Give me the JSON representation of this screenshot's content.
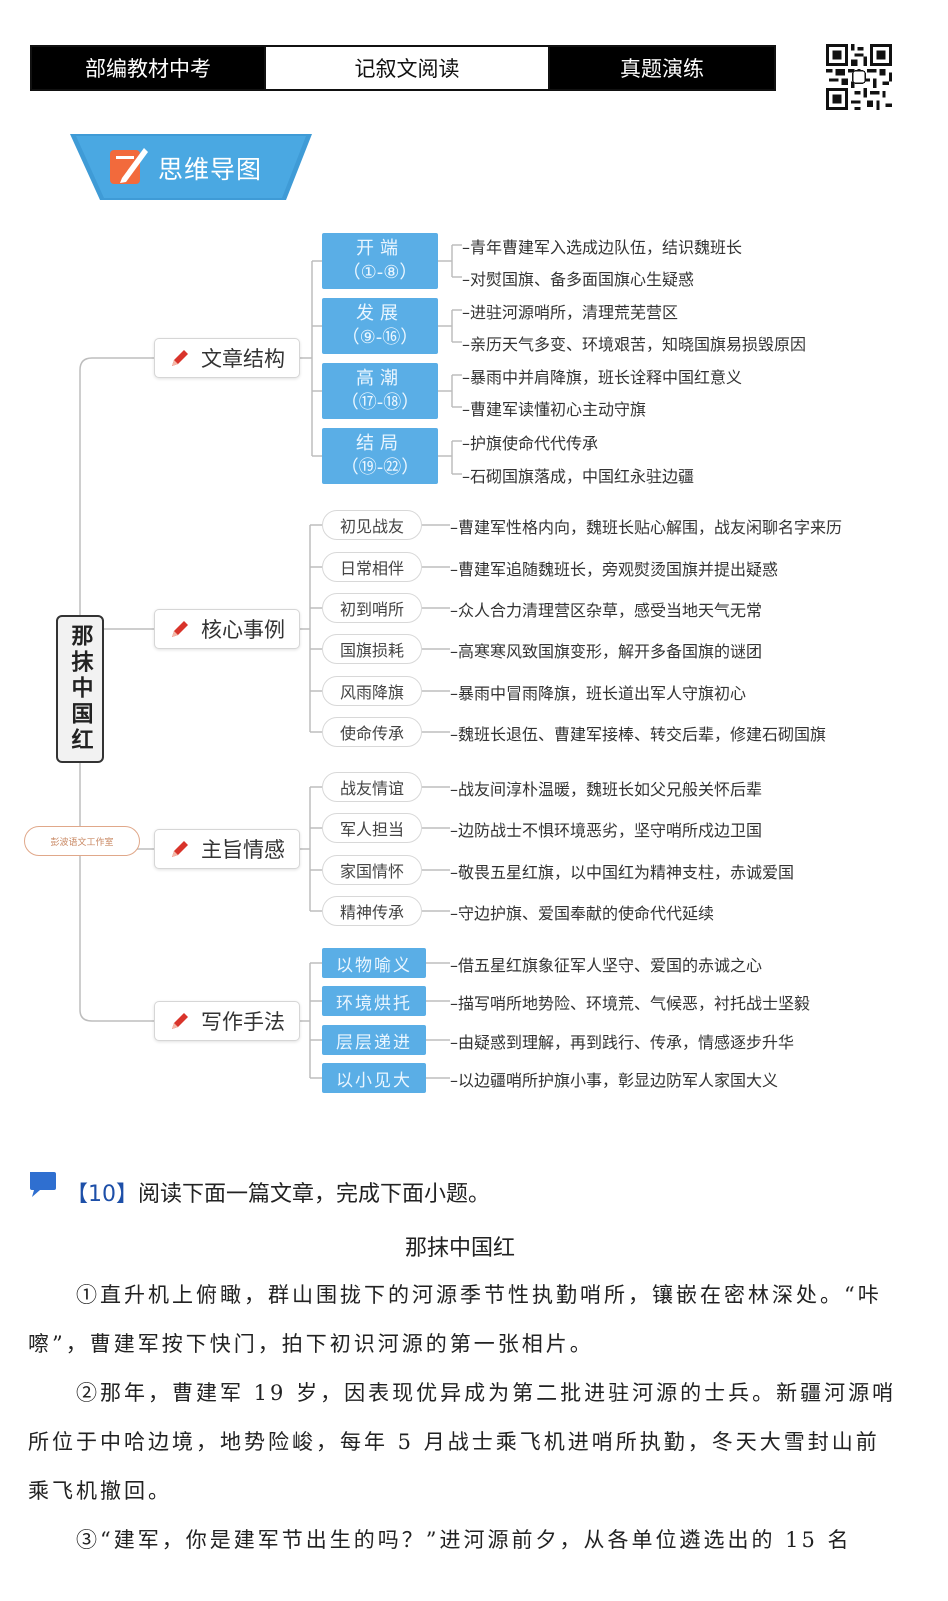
{
  "header": {
    "left": "部编教材中考",
    "center": "记叙文阅读",
    "right": "真题演练"
  },
  "banner": {
    "title": "思维导图"
  },
  "mindmap": {
    "root": "那抹中国红",
    "studio": "彭波语文工作室",
    "structure": {
      "label": "文章结构",
      "items": [
        {
          "title": "开端",
          "range": "（①-⑧）",
          "lines": [
            "青年曹建军入选成边队伍，结识魏班长",
            "对熨国旗、备多面国旗心生疑惑"
          ]
        },
        {
          "title": "发展",
          "range": "（⑨-⑯）",
          "lines": [
            "进驻河源哨所，清理荒芜营区",
            "亲历天气多变、环境艰苦，知晓国旗易损毁原因"
          ]
        },
        {
          "title": "高潮",
          "range": "（⑰-⑱）",
          "lines": [
            "暴雨中并肩降旗，班长诠释中国红意义",
            "曹建军读懂初心主动守旗"
          ]
        },
        {
          "title": "结局",
          "range": "（⑲-㉒）",
          "lines": [
            "护旗使命代代传承",
            "石砌国旗落成，中国红永驻边疆"
          ]
        }
      ]
    },
    "events": {
      "label": "核心事例",
      "items": [
        {
          "name": "初见战友",
          "text": "曹建军性格内向，魏班长贴心解围，战友闲聊名字来历"
        },
        {
          "name": "日常相伴",
          "text": "曹建军追随魏班长，旁观熨烫国旗并提出疑惑"
        },
        {
          "name": "初到哨所",
          "text": "众人合力清理营区杂草，感受当地天气无常"
        },
        {
          "name": "国旗损耗",
          "text": "高寒寒风致国旗变形，解开多备国旗的谜团"
        },
        {
          "name": "风雨降旗",
          "text": "暴雨中冒雨降旗，班长道出军人守旗初心"
        },
        {
          "name": "使命传承",
          "text": "魏班长退伍、曹建军接棒、转交后辈，修建石砌国旗"
        }
      ]
    },
    "emotion": {
      "label": "主旨情感",
      "items": [
        {
          "name": "战友情谊",
          "text": "战友间淳朴温暖，魏班长如父兄般关怀后辈"
        },
        {
          "name": "军人担当",
          "text": "边防战士不惧环境恶劣，坚守哨所戍边卫国"
        },
        {
          "name": "家国情怀",
          "text": "敬畏五星红旗，以中国红为精神支柱，赤诚爱国"
        },
        {
          "name": "精神传承",
          "text": "守边护旗、爱国奉献的使命代代延续"
        }
      ]
    },
    "technique": {
      "label": "写作手法",
      "items": [
        {
          "name": "以物喻义",
          "text": "借五星红旗象征军人坚守、爱国的赤诚之心"
        },
        {
          "name": "环境烘托",
          "text": "描写哨所地势险、环境荒、气候恶，衬托战士坚毅"
        },
        {
          "name": "层层递进",
          "text": "由疑惑到理解，再到践行、传承，情感逐步升华"
        },
        {
          "name": "以小见大",
          "text": "以边疆哨所护旗小事，彰显边防军人家国大义"
        }
      ]
    }
  },
  "question": {
    "number": "【10】",
    "prompt": "阅读下面一篇文章，完成下面小题。"
  },
  "article": {
    "title": "那抹中国红",
    "paragraphs": [
      "①直升机上俯瞰，群山围拢下的河源季节性执勤哨所，镶嵌在密林深处。“咔嚓”，曹建军按下快门，拍下初识河源的第一张相片。",
      "②那年，曹建军 19 岁，因表现优异成为第二批进驻河源的士兵。新疆河源哨所位于中哈边境，地势险峻，每年 5 月战士乘飞机进哨所执勤，冬天大雪封山前乘飞机撤回。",
      "③“建军，你是建军节出生的吗？”进河源前夕，从各单位遴选出的 15 名"
    ]
  },
  "colors": {
    "accent_blue": "#5aaee6",
    "banner_blue": "#3f9bd6",
    "pen_red": "#d9342b"
  }
}
